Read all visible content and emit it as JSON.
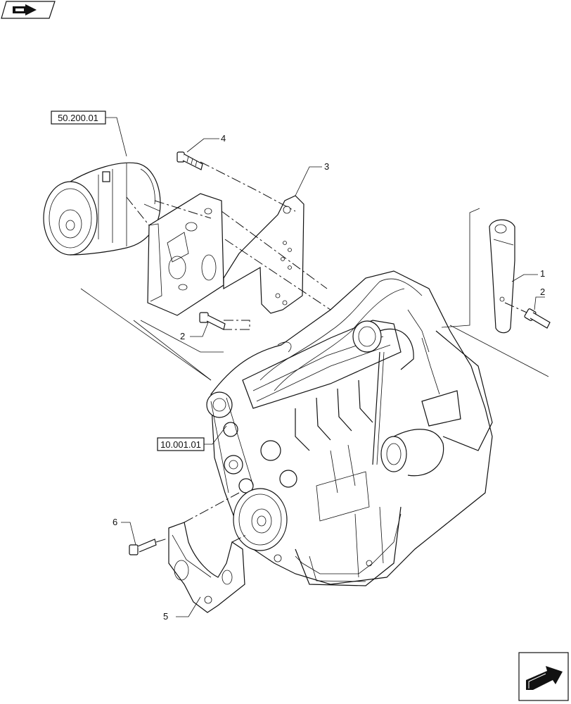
{
  "references": {
    "compressor": "50.200.01",
    "engine": "10.001.01"
  },
  "callouts": {
    "c1": "1",
    "c2a": "2",
    "c2b": "2",
    "c3": "3",
    "c4": "4",
    "c5": "5",
    "c6": "6"
  },
  "icons": {
    "top_left": "book-arrow-icon",
    "bottom_right": "next-page-arrow-icon"
  }
}
